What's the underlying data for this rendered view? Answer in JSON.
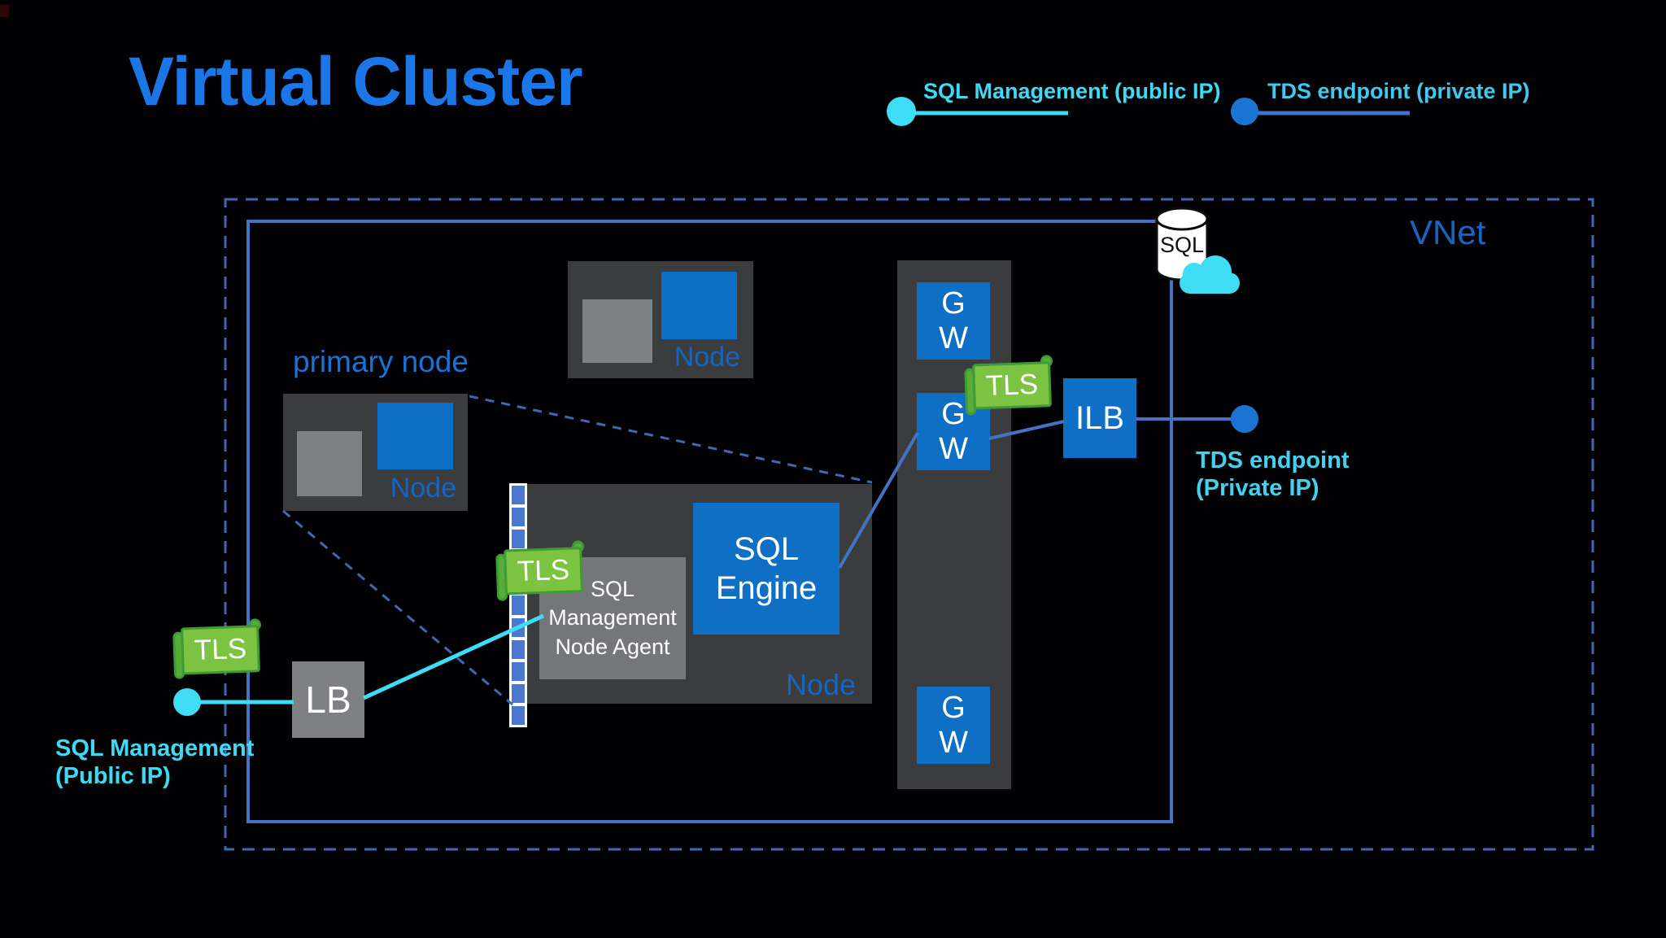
{
  "title": "Virtual Cluster",
  "legend": {
    "public_ip": {
      "label": "SQL Management (public IP)"
    },
    "private_ip": {
      "label": "TDS endpoint (private IP)"
    }
  },
  "vnet": {
    "label": "VNet"
  },
  "primary_node": {
    "caption": "primary node",
    "label": "Node"
  },
  "replica_node": {
    "label": "Node"
  },
  "main_node": {
    "label": "Node",
    "sql_engine_label": "SQL Engine",
    "agent_label": "SQL Management Node Agent"
  },
  "gateways": [
    {
      "line1": "G",
      "line2": "W"
    },
    {
      "line1": "G",
      "line2": "W"
    },
    {
      "line1": "G",
      "line2": "W"
    }
  ],
  "load_balancer": {
    "label": "LB"
  },
  "internal_load_balancer": {
    "label": "ILB"
  },
  "tls": {
    "label": "TLS"
  },
  "sql_store": {
    "label": "SQL"
  },
  "endpoints": {
    "public": {
      "line1": "SQL Management",
      "line2": "(Public IP)"
    },
    "private": {
      "line1": "TDS endpoint",
      "line2": "(Private IP)"
    }
  },
  "colors": {
    "title_blue": "#1B76E8",
    "label_blue": "#1566C4",
    "box_blue": "#0F6FC5",
    "connector_blue": "#4472C4",
    "dashed_blue": "#4067B1",
    "dot_blue": "#1B74D4",
    "cyan": "#3EDCF5",
    "tls_green": "#7CC342",
    "tls_green_dark": "#3F9C35",
    "panel_gray": "#3A3C3E",
    "square_gray": "#7E8083",
    "agent_gray": "#74767A"
  }
}
